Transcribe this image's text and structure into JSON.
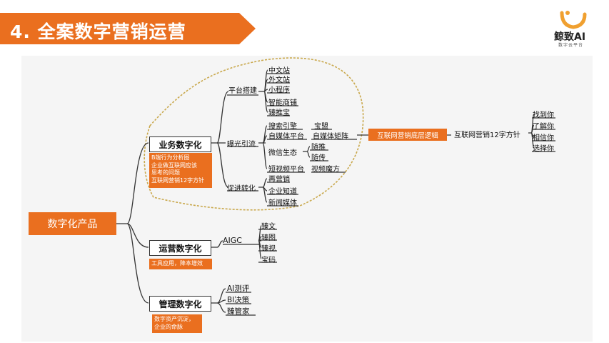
{
  "header": {
    "title": "4. 全案数字营销运营"
  },
  "logo": {
    "name": "鲸致AI",
    "tagline": "数字云平台"
  },
  "colors": {
    "accent": "#ea6f1f",
    "line": "#333333",
    "dashed_border": "#c9a84c"
  },
  "mindmap": {
    "root": "数字化产品",
    "business": {
      "label": "业务数字化",
      "note": [
        "B端行为分析图",
        "企业做互联网应该",
        "思考的问题",
        "互联网营销12字方针"
      ],
      "platform": {
        "label": "平台搭建",
        "items": [
          "中文站",
          "外文站",
          "小程序",
          "智能商铺",
          "臻推宝"
        ]
      },
      "traffic": {
        "label": "曝光引流",
        "search": "搜索引擎",
        "search_sub": "宝盟",
        "media": "自媒体平台",
        "media_sub": "自媒体矩阵",
        "wechat": "微信生态",
        "wechat_subs": [
          "随推",
          "随传"
        ],
        "video": "短视频平台",
        "video_sub": "视频魔方"
      },
      "conversion": {
        "label": "促进转化",
        "items": [
          "再营销",
          "企业知道",
          "新闻媒体"
        ]
      }
    },
    "operations": {
      "label": "运营数字化",
      "note": "工具应用，降本增效",
      "aigc": "AIGC",
      "items": [
        "臻文",
        "臻图",
        "臻视",
        "宝码"
      ]
    },
    "management": {
      "label": "管理数字化",
      "note": [
        "数字资产沉淀，",
        "企业的命脉"
      ],
      "items": [
        "AI测评",
        "BI决策",
        "臻管家"
      ]
    },
    "bridge": "互联网营销底层逻辑",
    "principle": {
      "label": "互联网营销12字方针",
      "items": [
        "找到你",
        "了解你",
        "相信你",
        "选择你"
      ]
    }
  }
}
